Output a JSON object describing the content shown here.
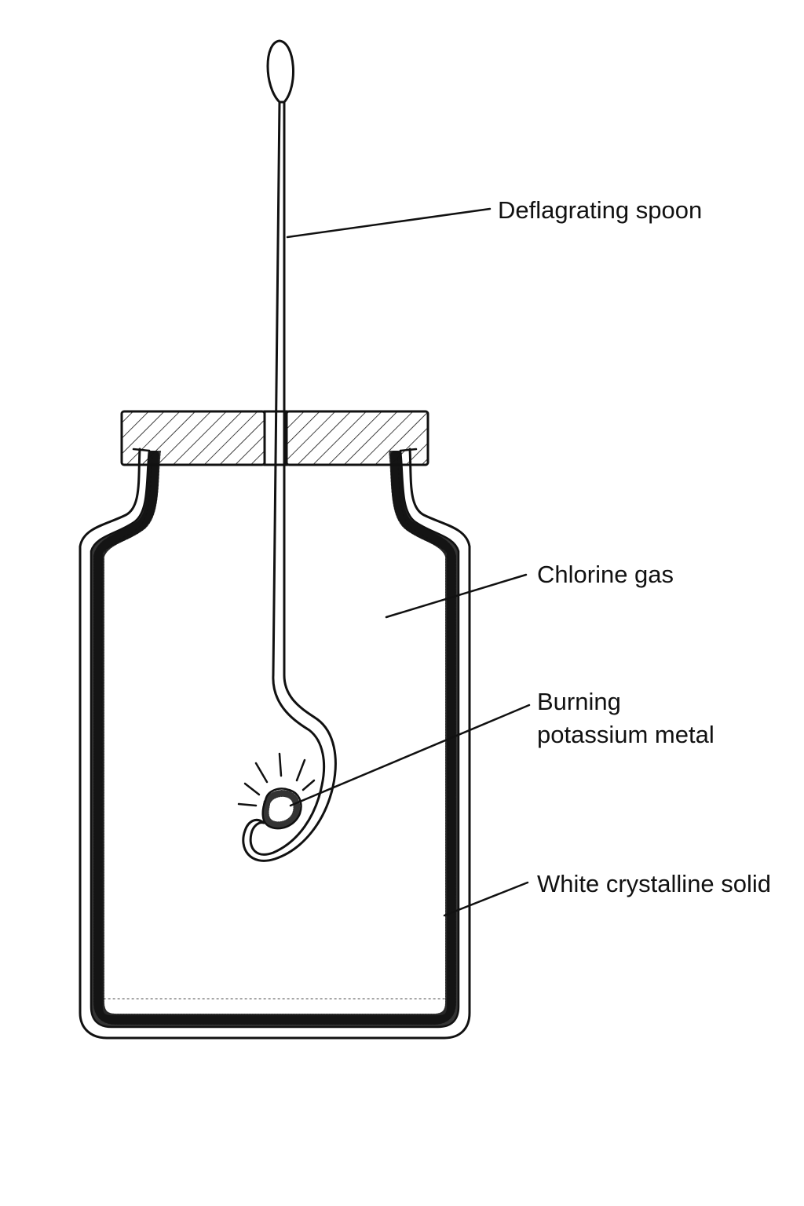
{
  "diagram": {
    "labels": {
      "spoon": "Deflagrating spoon",
      "gas": "Chlorine gas",
      "metal_line1": "Burning",
      "metal_line2": "potassium metal",
      "solid": "White crystalline solid"
    },
    "colors": {
      "ink": "#111111",
      "background": "#ffffff"
    },
    "hatch_style": "diagonal",
    "deposit_texture": "stippled"
  }
}
